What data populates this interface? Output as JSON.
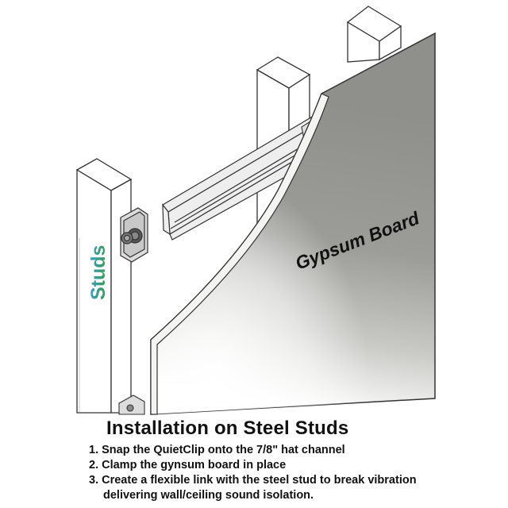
{
  "diagram": {
    "board_label": "Gypsum Board",
    "stud_label": "Studs",
    "colors": {
      "board": "#9a9a96",
      "board_light": "#ffffff",
      "stud_label_top": "#3aa0d8",
      "stud_label_bottom": "#3c9a3a",
      "outline": "#333333",
      "stud_fill": "#ffffff",
      "channel_fill": "#eeeeee"
    }
  },
  "caption": {
    "title": "Installation on Steel Studs",
    "steps": [
      "1. Snap the QuietClip onto the 7/8\" hat channel",
      "2. Clamp the gynsum board in place",
      "3. Create a flexible link with the steel stud to break vibration"
    ],
    "step3_continuation": "delivering wall/ceiling sound isolation."
  }
}
